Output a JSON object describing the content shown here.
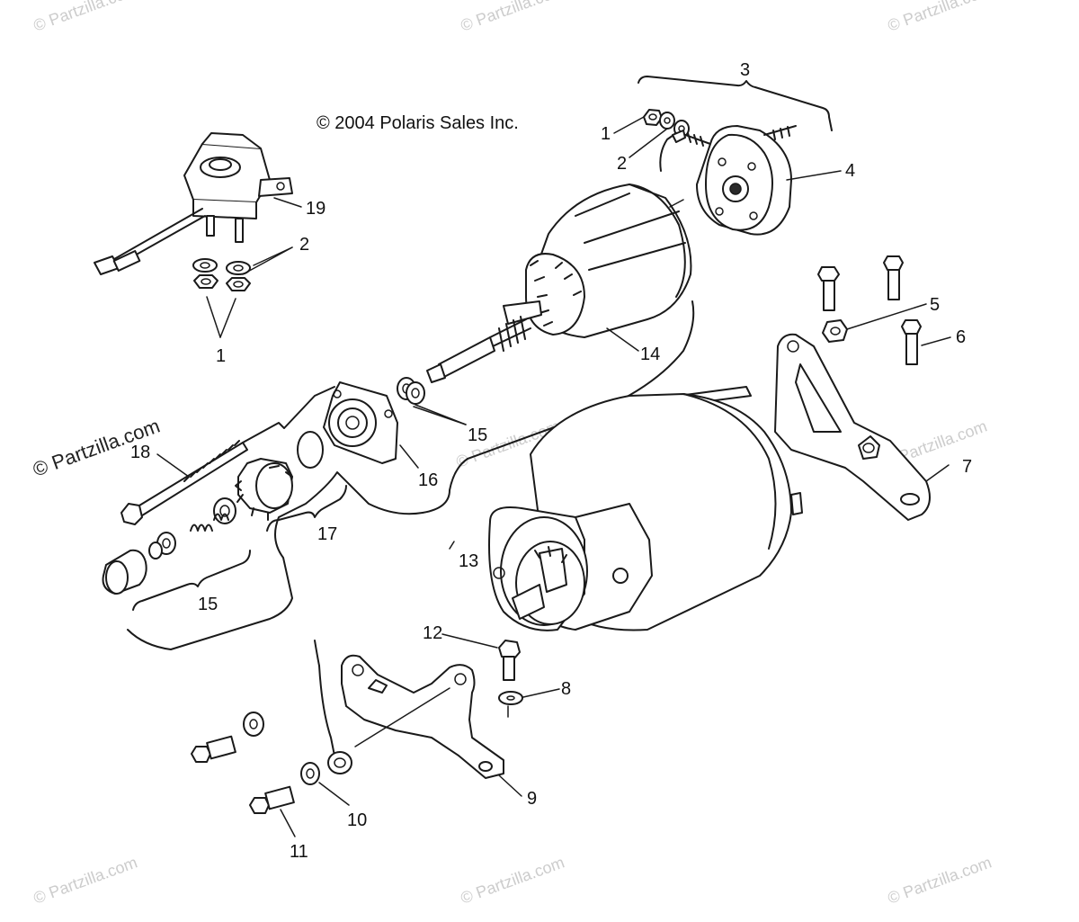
{
  "copyright": "© 2004 Polaris Sales Inc.",
  "watermark_main": "© Partzilla.com",
  "watermark_faint": "© Partzilla.com",
  "callouts": {
    "c1a": "1",
    "c1b": "1",
    "c2a": "2",
    "c2b": "2",
    "c3": "3",
    "c4": "4",
    "c5": "5",
    "c6": "6",
    "c7": "7",
    "c8": "8",
    "c9": "9",
    "c10": "10",
    "c11": "11",
    "c12": "12",
    "c13": "13",
    "c14": "14",
    "c15a": "15",
    "c15b": "15",
    "c16": "16",
    "c17": "17",
    "c18": "18",
    "c19": "19"
  },
  "colors": {
    "line": "#1a1a1a",
    "watermark": "#cccccc",
    "background": "#ffffff"
  }
}
